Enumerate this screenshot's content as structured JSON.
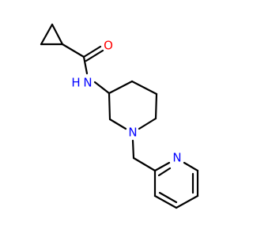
{
  "molecule": {
    "atoms": [
      {
        "id": "N_amide",
        "symbol": "N",
        "label": "N",
        "h_label": "H",
        "color": "#0000ff"
      },
      {
        "id": "O_carbonyl",
        "symbol": "O",
        "label": "O",
        "color": "#ff0000"
      },
      {
        "id": "N_piperidine",
        "symbol": "N",
        "label": "N",
        "color": "#0000ff"
      },
      {
        "id": "N_pyridine",
        "symbol": "N",
        "label": "N",
        "color": "#0000ff"
      }
    ],
    "bond_color": "#000000"
  }
}
